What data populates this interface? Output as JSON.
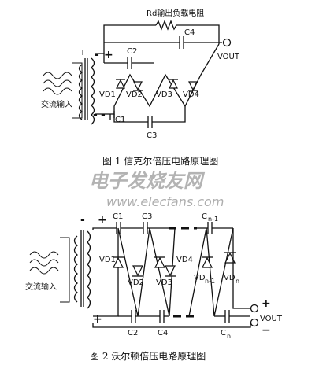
{
  "figure1": {
    "caption": "图 1   信克尔倍压电路原理图",
    "load_label": "Rd输出负载电阻",
    "output_label": "VOUT",
    "input_label": "交流输入",
    "transformer_label": "T",
    "capacitors": [
      "C1",
      "C2",
      "C3",
      "C4"
    ],
    "diodes": [
      "VD1",
      "VD2",
      "VD3",
      "VD4"
    ],
    "plus_sign": "+",
    "minus_sign": "-"
  },
  "watermark": {
    "line1": "电子发烧友网",
    "line2": "www.elecfans.com"
  },
  "figure2": {
    "caption": "图 2   沃尔顿倍压电路原理图",
    "input_label": "交流输入",
    "output_label": "VOUT",
    "top_caps": [
      "C1",
      "C3",
      "C",
      "n-1"
    ],
    "bottom_caps": [
      "C2",
      "C4",
      "C",
      "n"
    ],
    "diodes": [
      "VD1",
      "VD2",
      "VD3",
      "VD4"
    ],
    "diode_n1": [
      "VD",
      "n-1"
    ],
    "diode_n": [
      "VD",
      "n"
    ],
    "plus_sign": "+",
    "minus_sign": "-",
    "out_plus": "+",
    "out_minus": "−"
  },
  "colors": {
    "ink": "#111111",
    "watermark": "#9a9a9a",
    "background": "#ffffff"
  }
}
